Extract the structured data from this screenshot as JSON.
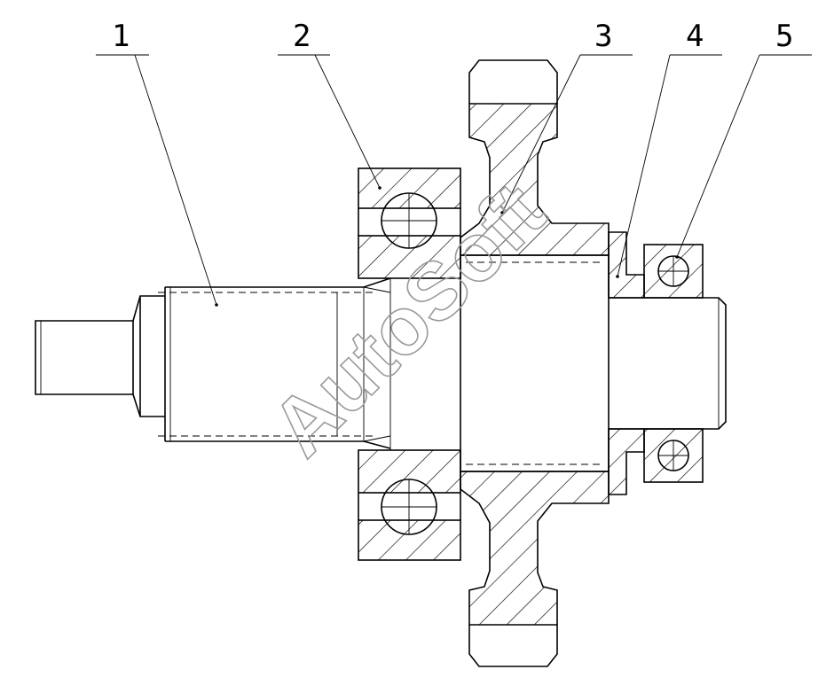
{
  "drawing": {
    "callouts": [
      {
        "id": "1",
        "label": "1"
      },
      {
        "id": "2",
        "label": "2"
      },
      {
        "id": "3",
        "label": "3"
      },
      {
        "id": "4",
        "label": "4"
      },
      {
        "id": "5",
        "label": "5"
      }
    ],
    "watermark": "AutoSoft"
  }
}
